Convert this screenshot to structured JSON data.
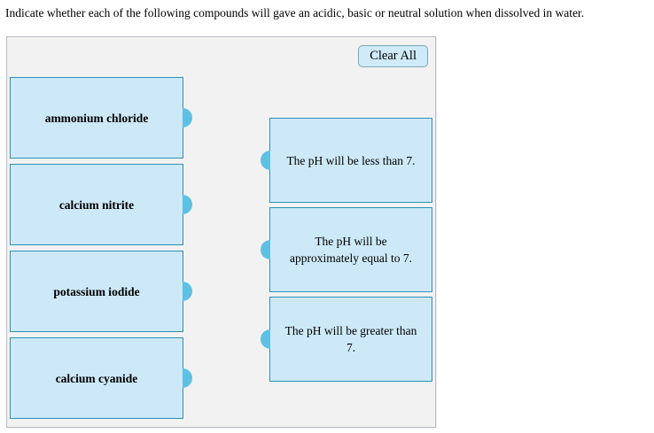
{
  "question": {
    "prompt": "Indicate whether each of the following compounds will gave an acidic, basic or neutral solution when dissolved in water."
  },
  "toolbar": {
    "clear_all_label": "Clear All"
  },
  "colors": {
    "tile_fill": "#cde9f8",
    "tile_border": "#2e90b4",
    "knob": "#5ec1e4",
    "panel_background": "#f2f2f2",
    "panel_border": "#b9bcc4",
    "button_fill": "#cfeaf8",
    "button_border": "#7fa7bd"
  },
  "prompt_items": [
    {
      "label": "ammonium chloride"
    },
    {
      "label": "calcium nitrite"
    },
    {
      "label": "potassium iodide"
    },
    {
      "label": "calcium cyanide"
    }
  ],
  "answer_items": [
    {
      "label": "The pH will be less than 7."
    },
    {
      "label": "The pH will be approximately equal to 7."
    },
    {
      "label": "The pH will be greater than 7."
    }
  ]
}
